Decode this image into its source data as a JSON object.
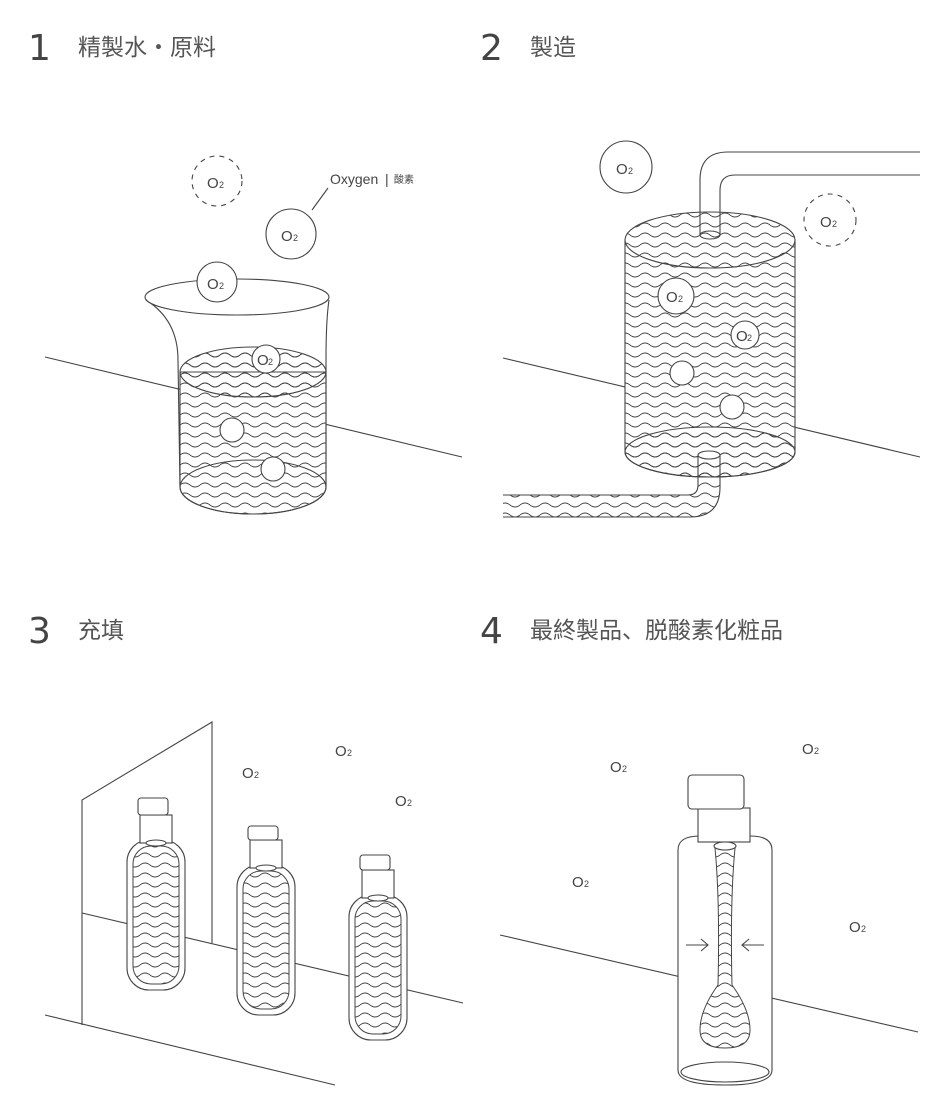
{
  "steps": [
    {
      "number": "1",
      "title": "精製水・原料"
    },
    {
      "number": "2",
      "title": "製造"
    },
    {
      "number": "3",
      "title": "充填"
    },
    {
      "number": "4",
      "title": "最終製品、脱酸素化粧品"
    }
  ],
  "oxygen": {
    "symbol": "O",
    "subscript": "2",
    "label_en": "Oxygen",
    "separator": "|",
    "label_jp": "酸素"
  },
  "colors": {
    "line": "#444444",
    "text": "#555555",
    "background": "#ffffff"
  }
}
